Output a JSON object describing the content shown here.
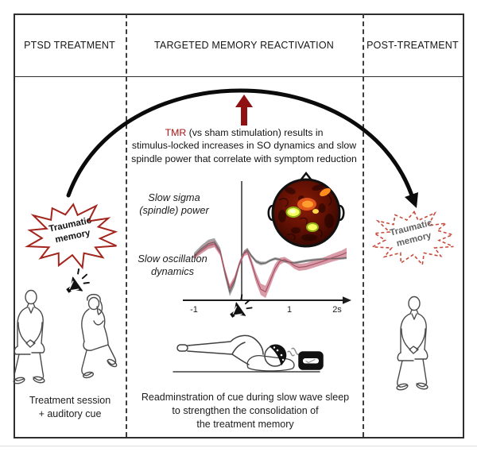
{
  "panels": {
    "left": {
      "title": "PTSD TREATMENT",
      "starburst_label": "Traumatic\nmemory",
      "caption": "Treatment session\n+ auditory cue"
    },
    "center": {
      "title": "TARGETED MEMORY REACTIVATION",
      "caption": "Readminstration of cue during slow wave sleep\nto strengthen the consolidation of\nthe treatment memory"
    },
    "right": {
      "title": "POST-TREATMENT",
      "starburst_label": "Traumatic\nmemory"
    }
  },
  "annotation": {
    "highlight": "TMR",
    "rest": " (vs sham stimulation) results in\nstimulus-locked increases in SO dynamics and slow\nspindle power that correlate with symptom reduction"
  },
  "plot": {
    "label_top": "Slow sigma\n(spindle) power",
    "label_bottom": "Slow oscillation\ndynamics",
    "ticks": [
      "-1",
      "1",
      "2s"
    ],
    "zero_marker": "speaker-icon"
  },
  "icons": {
    "auditory_cue": "speaker-with-sound-rays",
    "increase": "red-up-arrow",
    "tmr_loop": "black-curved-arrow",
    "brain_map": "eeg-topography-heatmap"
  },
  "colors": {
    "tmr_red": "#a51515",
    "arrow_red": "#8e1212",
    "starburst_solid": "#a3241c",
    "starburst_dashed": "#c84b3c",
    "band_gray": "#909090",
    "line_gray": "#6d6d6d",
    "band_pink": "#d18b99",
    "line_pink": "#a85263"
  },
  "chart_data": {
    "type": "line",
    "title": "Stimulus-locked slow oscillation dynamics",
    "x_tick_labels": [
      "-1",
      "0 (cue, speaker icon)",
      "1",
      "2s"
    ],
    "x_range": [
      -1.05,
      2.2
    ],
    "x0_marker": "speaker-icon",
    "grid": false,
    "legend": "none (gray band vs pink band with shaded error)",
    "series": [
      {
        "name": "gray",
        "t": [
          -1.0,
          -0.85,
          -0.7,
          -0.57,
          -0.45,
          -0.35,
          -0.25,
          -0.15,
          -0.05,
          0.05,
          0.12,
          0.2,
          0.3,
          0.4,
          0.5,
          0.6,
          0.7,
          0.8,
          0.9,
          1.0,
          1.1,
          1.2,
          1.35,
          1.5,
          1.7,
          1.9,
          2.1,
          2.2
        ],
        "mean": [
          0.15,
          0.3,
          0.42,
          0.46,
          0.25,
          -0.25,
          -0.68,
          -0.45,
          -0.05,
          0.22,
          0.28,
          0.15,
          0.02,
          -0.03,
          -0.02,
          0.04,
          0.08,
          0.06,
          0.02,
          0.0,
          -0.02,
          0.0,
          0.03,
          0.05,
          0.07,
          0.08,
          0.09,
          0.1
        ],
        "half_width": [
          0.06,
          0.08,
          0.09,
          0.09,
          0.08,
          0.09,
          0.1,
          0.09,
          0.06,
          0.05,
          0.05,
          0.04,
          0.04,
          0.04,
          0.03,
          0.03,
          0.03,
          0.03,
          0.03,
          0.03,
          0.03,
          0.03,
          0.03,
          0.03,
          0.03,
          0.03,
          0.03,
          0.03
        ]
      },
      {
        "name": "pink",
        "t": [
          -1.0,
          -0.85,
          -0.7,
          -0.57,
          -0.45,
          -0.35,
          -0.25,
          -0.15,
          -0.05,
          0.05,
          0.12,
          0.2,
          0.3,
          0.4,
          0.5,
          0.6,
          0.7,
          0.8,
          0.9,
          1.0,
          1.1,
          1.2,
          1.35,
          1.5,
          1.7,
          1.9,
          2.1,
          2.2
        ],
        "mean": [
          0.12,
          0.26,
          0.38,
          0.42,
          0.22,
          -0.22,
          -0.6,
          -0.4,
          -0.04,
          0.2,
          0.24,
          0.0,
          -0.35,
          -0.62,
          -0.68,
          -0.42,
          -0.15,
          0.02,
          0.06,
          0.0,
          -0.08,
          -0.12,
          -0.1,
          -0.05,
          0.02,
          0.1,
          0.17,
          0.22
        ],
        "half_width": [
          0.05,
          0.07,
          0.08,
          0.08,
          0.07,
          0.08,
          0.09,
          0.08,
          0.06,
          0.06,
          0.07,
          0.09,
          0.12,
          0.13,
          0.14,
          0.13,
          0.11,
          0.08,
          0.06,
          0.06,
          0.07,
          0.08,
          0.08,
          0.08,
          0.08,
          0.09,
          0.1,
          0.11
        ]
      }
    ]
  }
}
